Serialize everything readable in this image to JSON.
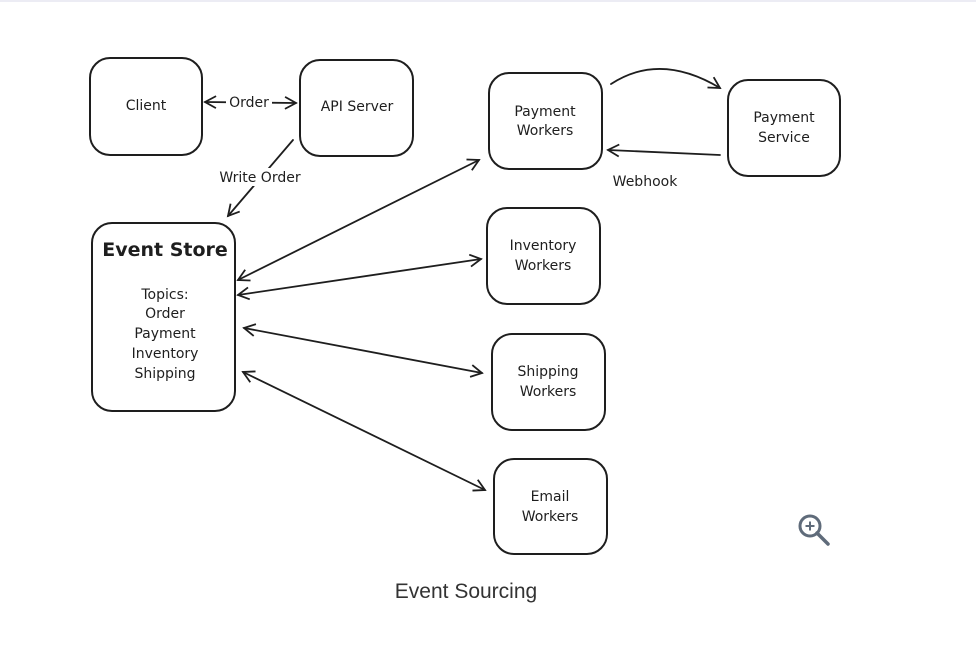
{
  "diagram": {
    "nodes": {
      "client": {
        "lines": [
          "Client"
        ]
      },
      "api_server": {
        "lines": [
          "API Server"
        ]
      },
      "event_store": {
        "title": "Event Store",
        "lines": [
          "Topics:",
          "Order",
          "Payment",
          "Inventory",
          "Shipping"
        ]
      },
      "payment_workers": {
        "lines": [
          "Payment",
          "Workers"
        ]
      },
      "payment_service": {
        "lines": [
          "Payment",
          "Service"
        ]
      },
      "inventory_workers": {
        "lines": [
          "Inventory",
          "Workers"
        ]
      },
      "shipping_workers": {
        "lines": [
          "Shipping",
          "Workers"
        ]
      },
      "email_workers": {
        "lines": [
          "Email",
          "Workers"
        ]
      }
    },
    "edges": {
      "client_api": "Order",
      "api_store": "Write Order",
      "service_workers": "Webhook"
    }
  },
  "caption": "Event Sourcing",
  "zoom_icon": "zoom-in-icon",
  "colors": {
    "stroke": "#1e1e1e",
    "icon": "#5f6b7a",
    "caption": "#333333"
  }
}
